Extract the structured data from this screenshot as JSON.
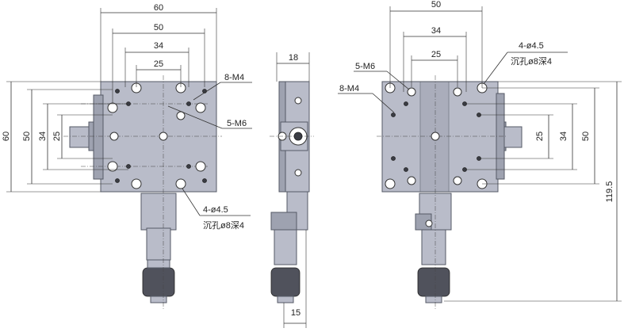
{
  "front_view": {
    "dims_top": [
      "60",
      "50",
      "34",
      "25"
    ],
    "dims_left": [
      "60",
      "50",
      "34",
      "25"
    ],
    "callouts": {
      "m4": "8-M4",
      "m6": "5-M6",
      "through": "4-ø4.5",
      "counterbore": "沉孔ø8深4"
    }
  },
  "side_view": {
    "dim_top": "18",
    "dim_bottom": "15"
  },
  "back_view": {
    "dims_top": [
      "50",
      "34",
      "25"
    ],
    "dims_right": [
      "25",
      "34",
      "50",
      "119.5"
    ],
    "callouts": {
      "through": "4-ø4.5",
      "counterbore": "沉孔ø8深4",
      "m6": "5-M6",
      "m4": "8-M4"
    }
  },
  "colors": {
    "plate": "#b9bcc9",
    "plate_dark": "#9ea2b0",
    "knurl": "#50525c"
  }
}
